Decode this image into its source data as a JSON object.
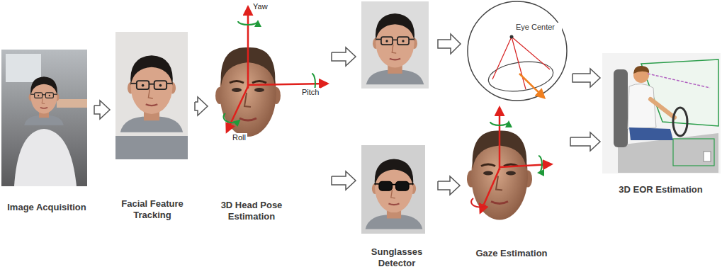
{
  "diagram": {
    "nodes": [
      {
        "text": [
          "Image Acquisition"
        ]
      },
      {
        "text": [
          "Facial Feature Tracking"
        ]
      },
      {
        "text": [
          "3D Head Pose Estimation"
        ]
      },
      {
        "text": [
          "Eye Center"
        ]
      },
      {
        "text": [
          "Sunglasses Detector"
        ]
      },
      {
        "text": [
          "Gaze Estimation"
        ]
      },
      {
        "text": [
          "3D EOR Estimation"
        ]
      }
    ],
    "edges": [
      {
        "from": 0,
        "to": 1,
        "arrow": "to"
      },
      {
        "from": 1,
        "to": 2,
        "arrow": "to"
      },
      {
        "from": 2,
        "to": 3,
        "arrow": "to"
      },
      {
        "from": 2,
        "to": 4,
        "arrow": "to"
      },
      {
        "from": 4,
        "to": 5,
        "arrow": "to"
      },
      {
        "from": 3,
        "to": 6,
        "arrow": "to"
      },
      {
        "from": 5,
        "to": 6,
        "arrow": "to"
      }
    ],
    "labels": [
      "Yaw",
      "Pitch",
      "Roll"
    ]
  }
}
